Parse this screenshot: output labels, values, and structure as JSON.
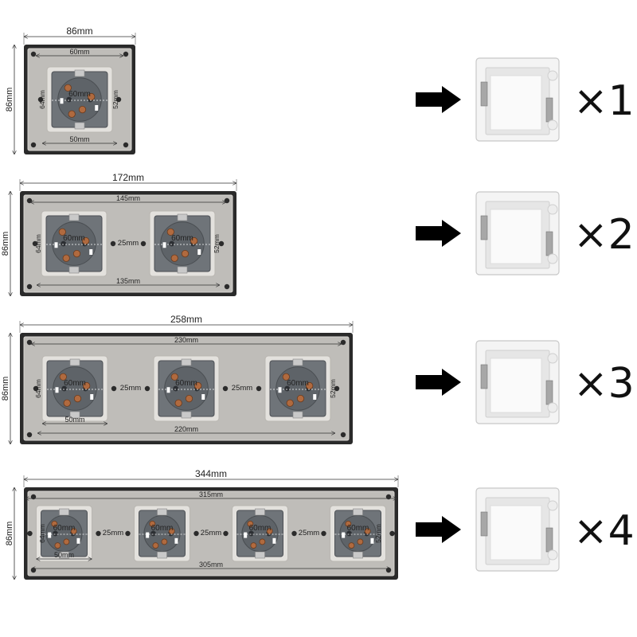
{
  "colors": {
    "frame_outer": "#2a2a2a",
    "plate": "#bfbdb9",
    "plate_edge": "#d8d6d2",
    "socket_housing": "#e3e1dd",
    "socket_face": "#6f7479",
    "socket_inner": "#5e6368",
    "terminal": "#b06a3f",
    "box_white": "#f4f4f4",
    "arrow": "#000000"
  },
  "icons": {
    "arrow": "right-arrow-icon",
    "box": "junction-box-icon"
  },
  "panels": [
    {
      "id": "single",
      "sockets": 1,
      "overall_width": "86mm",
      "overall_height": "86mm",
      "inner_width": "60mm",
      "bottom_width": "50mm",
      "left_inner": "64mm",
      "right_inner": "52mm",
      "socket_label": "60mm",
      "spacing_label": "",
      "multiplier": "×1"
    },
    {
      "id": "double",
      "sockets": 2,
      "overall_width": "172mm",
      "overall_height": "86mm",
      "inner_width": "145mm",
      "bottom_width": "135mm",
      "left_inner": "64mm",
      "right_inner": "52mm",
      "socket_label": "60mm",
      "spacing_label": "25mm",
      "multiplier": "×2"
    },
    {
      "id": "triple",
      "sockets": 3,
      "overall_width": "258mm",
      "overall_height": "86mm",
      "inner_width": "230mm",
      "bottom_width": "220mm",
      "bottom_small": "50mm",
      "left_inner": "64mm",
      "right_inner": "52mm",
      "socket_label": "60mm",
      "spacing_label": "25mm",
      "multiplier": "×3"
    },
    {
      "id": "quad",
      "sockets": 4,
      "overall_width": "344mm",
      "overall_height": "86mm",
      "inner_width": "315mm",
      "bottom_width": "305mm",
      "bottom_small": "50mm",
      "left_inner": "64mm",
      "right_inner": "52mm",
      "socket_label": "60mm",
      "spacing_label": "25mm",
      "multiplier": "×4"
    }
  ]
}
